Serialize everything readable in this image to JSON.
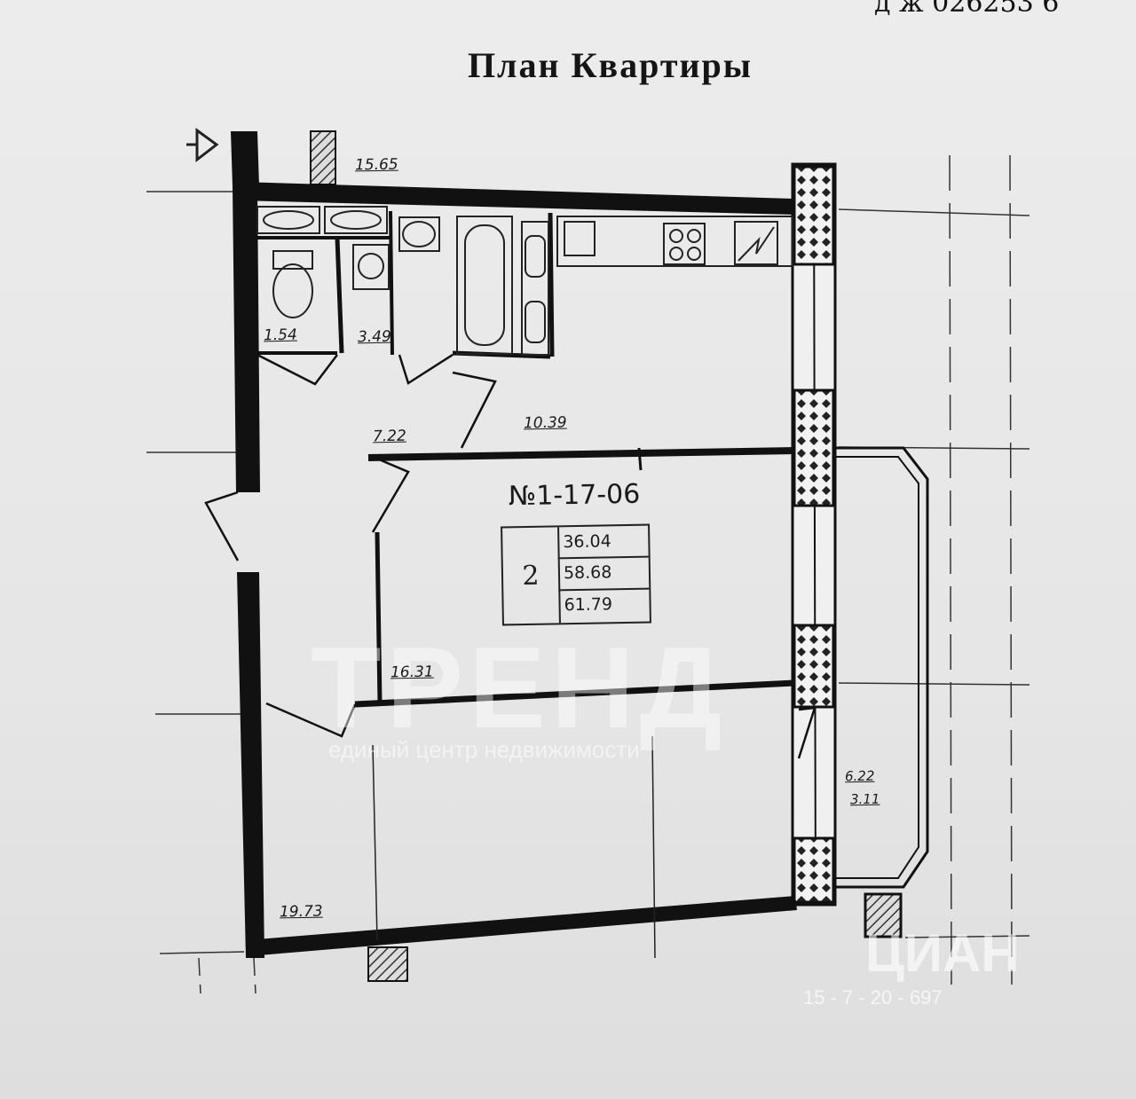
{
  "header_fragment": "д ж 026253 6",
  "title": "План Квартиры",
  "apartment": {
    "number": "№1-17-06",
    "rooms": "2",
    "living_area": "36.04",
    "total_area": "58.68",
    "total_area_with_balcony": "61.79"
  },
  "rooms": {
    "corridor_top": "15.65",
    "toilet": "1.54",
    "bathroom": "3.49",
    "hallway": "7.22",
    "kitchen": "10.39",
    "room_one": "16.31",
    "room_two": "19.73",
    "balcony_area": "6.22",
    "balcony_reduced": "3.11"
  },
  "watermark": {
    "brand": "ТРЕНД",
    "tagline": "единый центр недвижимости",
    "corner_brand": "ЦИАН",
    "corner_code": "15 - 7 - 20 - 697"
  },
  "colors": {
    "wall": "#111111",
    "paper": "#e8e8e8",
    "line": "#2a2a2a"
  }
}
